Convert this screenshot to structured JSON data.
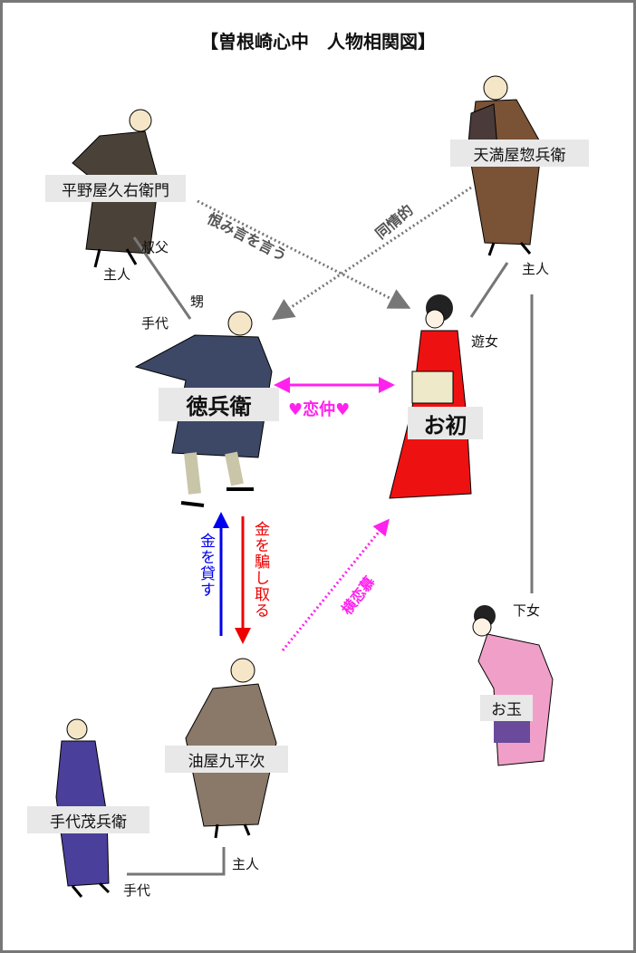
{
  "title": "【曽根崎心中　人物相関図】",
  "characters": {
    "hiranoya": "平野屋久右衛門",
    "tenmaya": "天満屋惣兵衛",
    "tokubei": "徳兵衛",
    "ohatsu": "お初",
    "aburaya": "油屋九平次",
    "mohei": "手代茂兵衛",
    "otama": "お玉"
  },
  "relations": {
    "urami": "恨み言を言う",
    "doujou": "同情的",
    "oji": "叔父",
    "shujin_left": "主人",
    "oi": "甥",
    "tedai_left": "手代",
    "shujin_right": "主人",
    "yujo": "遊女",
    "gejo": "下女",
    "koinaka": "♥恋仲♥",
    "kane_kasu": "金を貸す",
    "kane_damashi": "金を騙し取る",
    "yokorenbo": "横恋慕",
    "tedai_bottom": "手代",
    "shujin_bottom": "主人"
  },
  "colors": {
    "love": "#ff22ee",
    "lend": "#0000ee",
    "cheat": "#ee0000",
    "line": "#777777"
  }
}
